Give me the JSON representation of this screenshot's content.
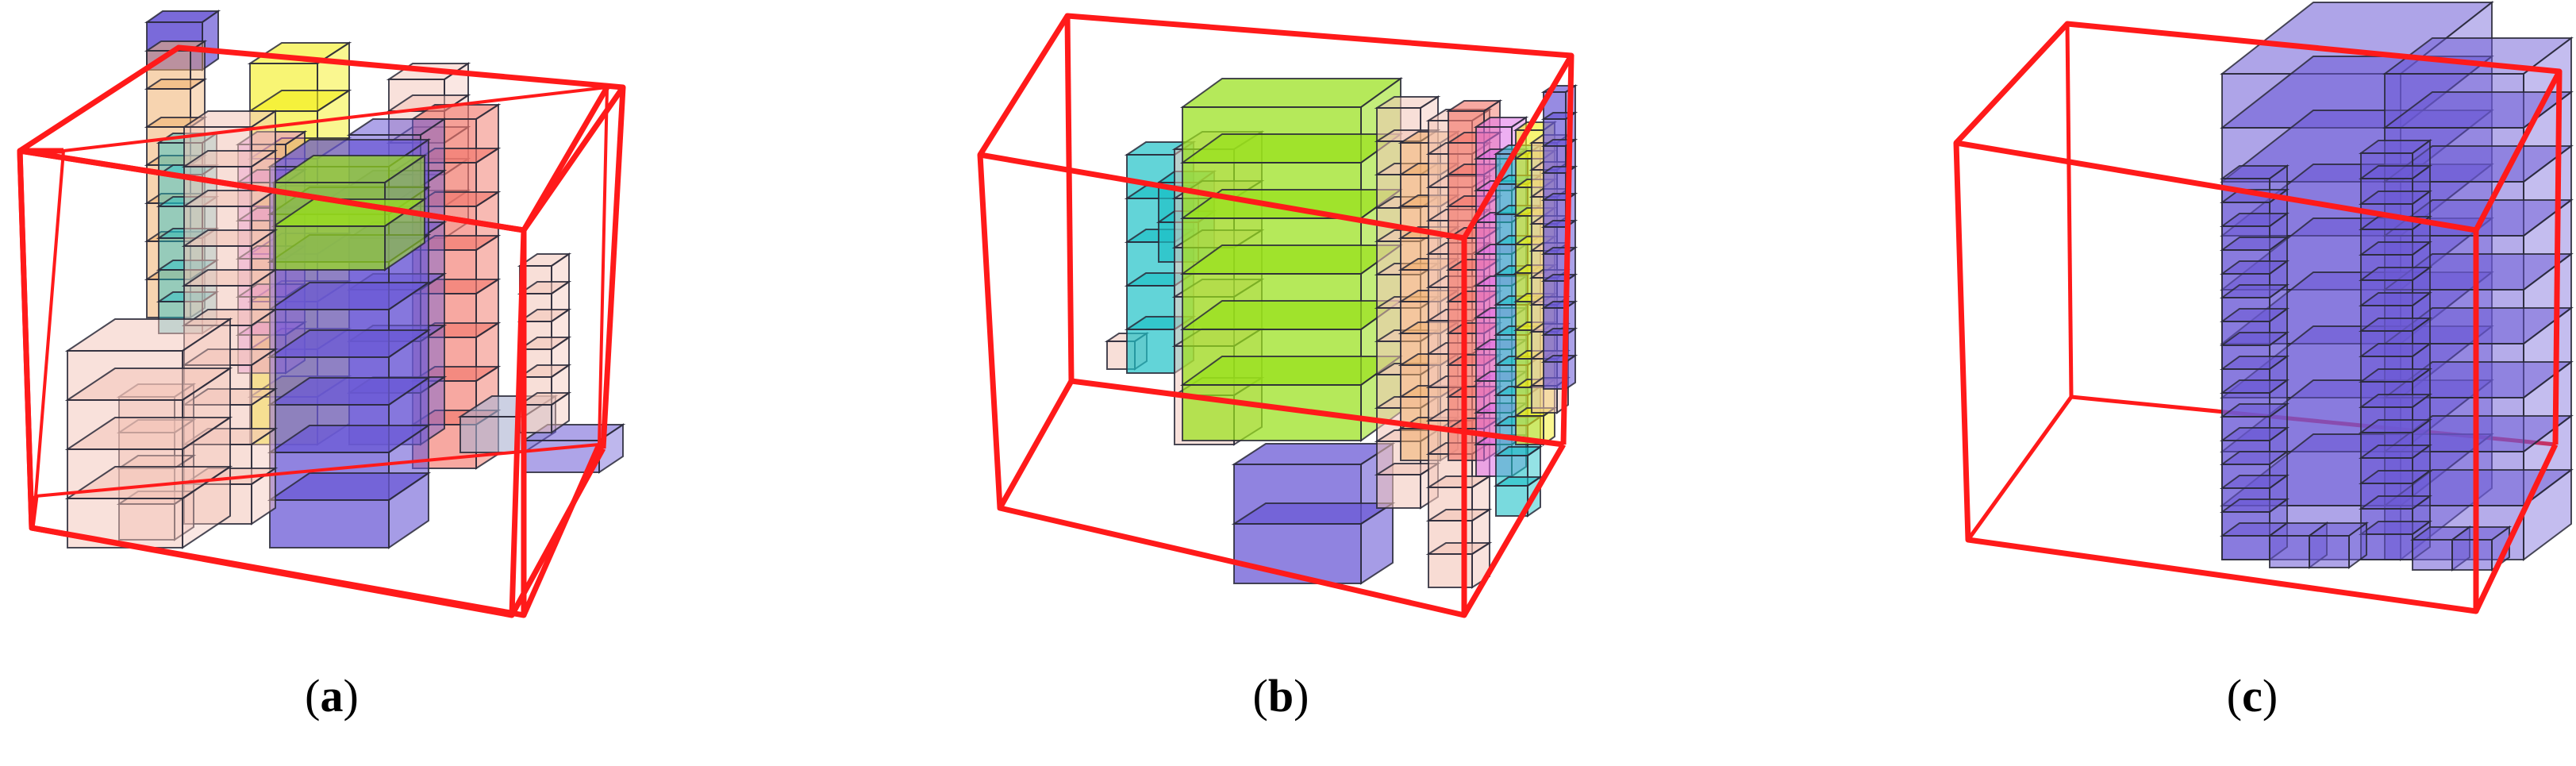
{
  "figure": {
    "panels": [
      {
        "id": "a",
        "caption_open": "(",
        "caption_letter": "a",
        "caption_close": ")"
      },
      {
        "id": "b",
        "caption_open": "(",
        "caption_letter": "b",
        "caption_close": ")"
      },
      {
        "id": "c",
        "caption_open": "(",
        "caption_letter": "c",
        "caption_close": ")"
      }
    ],
    "colors": {
      "container": "#ff1a1a",
      "edge": "#2a2a3a",
      "purple": "#6b5ad6",
      "pink": "#f3c4b8",
      "salmon": "#f27a6e",
      "yellow": "#f4ef18",
      "orange": "#f0b070",
      "green": "#99e01a",
      "cyan": "#1fc2c8",
      "magenta": "#e070e8",
      "slate": "#aab0d0"
    }
  }
}
